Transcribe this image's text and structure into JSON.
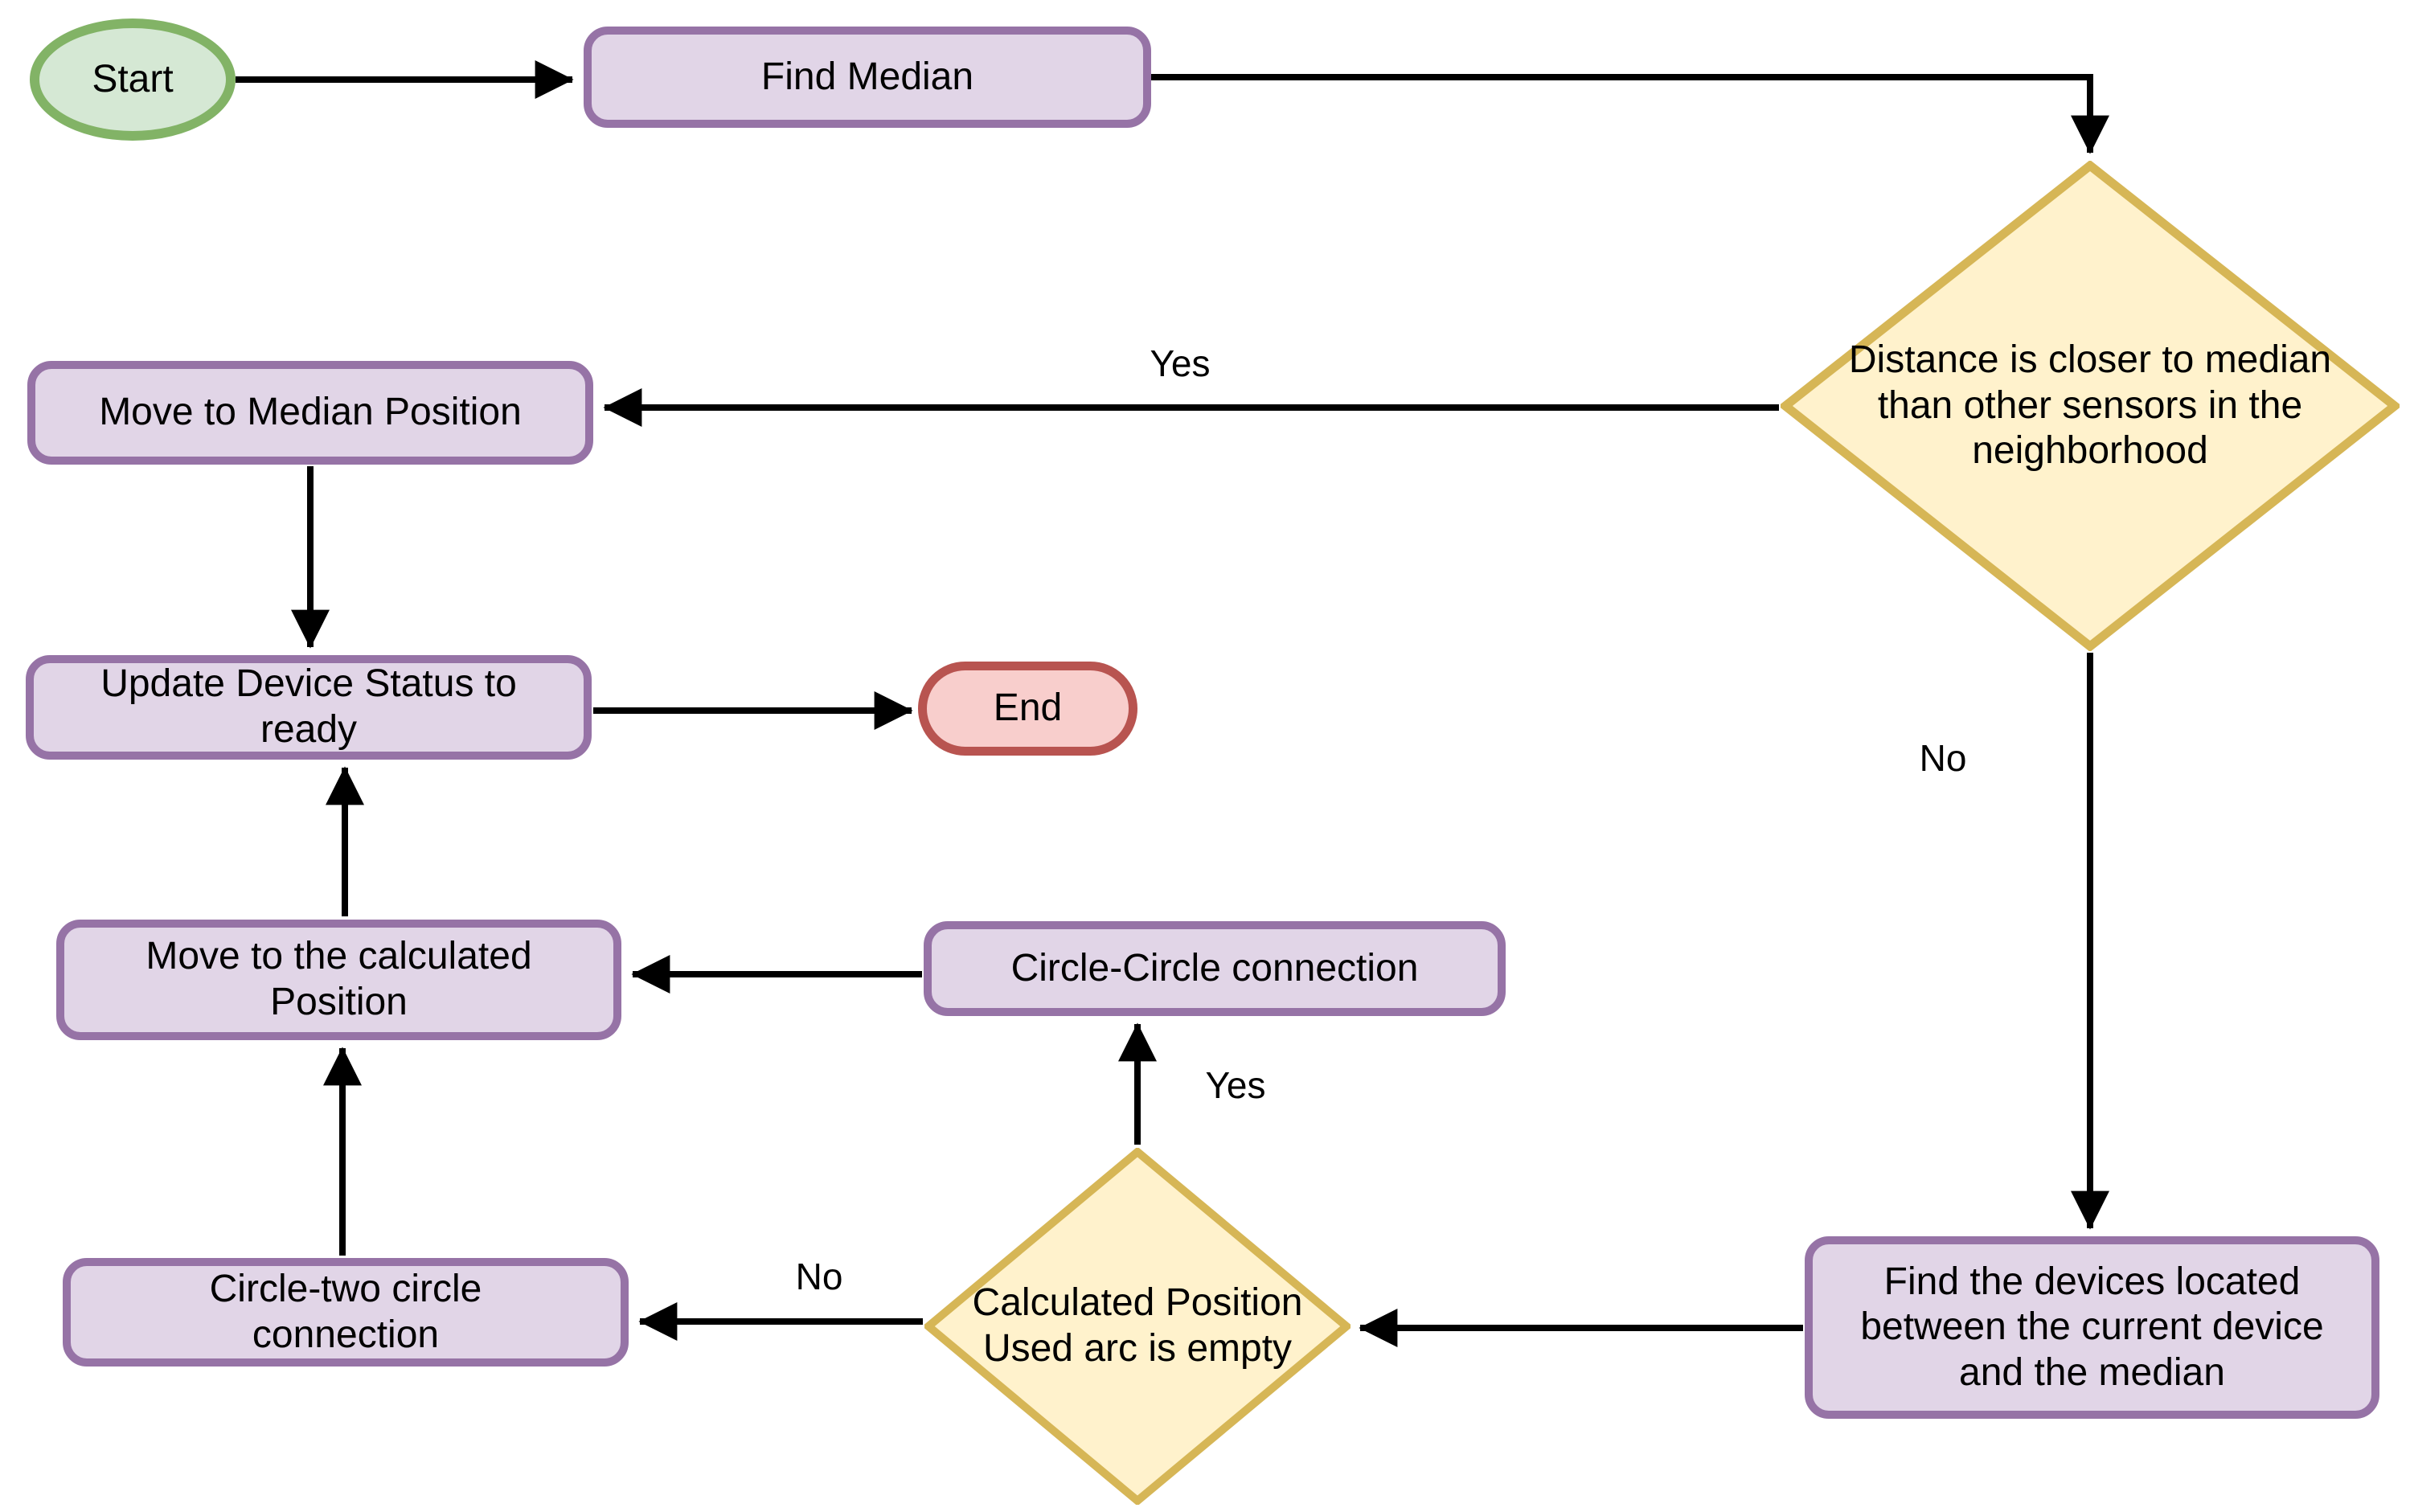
{
  "diagram": {
    "type": "flowchart",
    "colors": {
      "process_fill": "#E1D5E7",
      "process_stroke": "#9673A6",
      "decision_fill": "#FFF2CC",
      "decision_stroke": "#D6B656",
      "start_fill": "#D5E8D4",
      "start_stroke": "#82B366",
      "end_fill": "#F8CECC",
      "end_stroke": "#B85450",
      "connector": "#000000",
      "text": "#000000"
    },
    "nodes": {
      "start": {
        "type": "terminator",
        "label": "Start"
      },
      "find_median": {
        "type": "process",
        "label": "Find Median"
      },
      "decision_distance": {
        "type": "decision",
        "label": "Distance is closer to median than other sensors in the neighborhood"
      },
      "move_median": {
        "type": "process",
        "label": "Move to Median Position"
      },
      "update_status": {
        "type": "process",
        "label": "Update Device Status to ready"
      },
      "end": {
        "type": "terminator",
        "label": "End"
      },
      "move_calculated": {
        "type": "process",
        "label": "Move to the calculated Position"
      },
      "circle_circle": {
        "type": "process",
        "label": "Circle-Circle connection"
      },
      "decision_arc": {
        "type": "decision",
        "label": "Calculated Position Used arc is empty"
      },
      "circle_two": {
        "type": "process",
        "label": "Circle-two circle connection"
      },
      "find_devices": {
        "type": "process",
        "label": "Find the devices located between the current device and the median"
      }
    },
    "edges": [
      {
        "from": "start",
        "to": "find_median",
        "label": ""
      },
      {
        "from": "find_median",
        "to": "decision_distance",
        "label": ""
      },
      {
        "from": "decision_distance",
        "to": "move_median",
        "label": "Yes"
      },
      {
        "from": "decision_distance",
        "to": "find_devices",
        "label": "No"
      },
      {
        "from": "move_median",
        "to": "update_status",
        "label": ""
      },
      {
        "from": "update_status",
        "to": "end",
        "label": ""
      },
      {
        "from": "find_devices",
        "to": "decision_arc",
        "label": ""
      },
      {
        "from": "decision_arc",
        "to": "circle_circle",
        "label": "Yes"
      },
      {
        "from": "decision_arc",
        "to": "circle_two",
        "label": "No"
      },
      {
        "from": "circle_circle",
        "to": "move_calculated",
        "label": ""
      },
      {
        "from": "circle_two",
        "to": "move_calculated",
        "label": ""
      },
      {
        "from": "move_calculated",
        "to": "update_status",
        "label": ""
      }
    ]
  }
}
